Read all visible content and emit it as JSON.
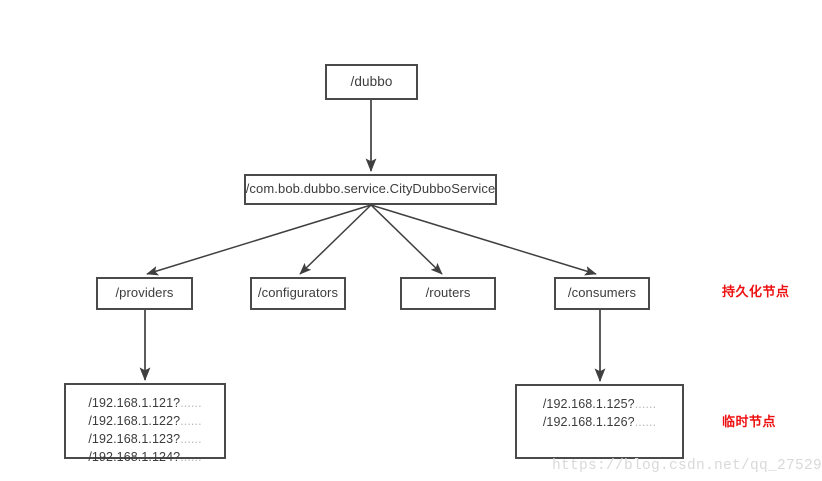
{
  "diagram": {
    "root": {
      "label": "/dubbo"
    },
    "service": {
      "label": "/com.bob.dubbo.service.CityDubboService"
    },
    "children": [
      {
        "label": "/providers"
      },
      {
        "label": "/configurators"
      },
      {
        "label": "/routers"
      },
      {
        "label": "/consumers"
      }
    ],
    "providers_list": {
      "entries": [
        {
          "address": "/192.168.1.121?",
          "suffix": "......"
        },
        {
          "address": "/192.168.1.122?",
          "suffix": "......"
        },
        {
          "address": "/192.168.1.123?",
          "suffix": "......"
        },
        {
          "address": "/192.168.1.124?",
          "suffix": "......"
        }
      ]
    },
    "consumers_list": {
      "entries": [
        {
          "address": "/192.168.1.125?",
          "suffix": "......"
        },
        {
          "address": "/192.168.1.126?",
          "suffix": "......"
        }
      ]
    },
    "annotations": [
      {
        "text": "持久化节点"
      },
      {
        "text": "临时节点"
      }
    ],
    "colors": {
      "box_border": "#4a4a4a",
      "text": "#3c3c3c",
      "edge": "#3f3f3f",
      "annotation": "#ee1111",
      "watermark": "#d9d9d9",
      "background": "#ffffff"
    }
  },
  "watermark": {
    "text": "https://blog.csdn.net/qq_27529"
  }
}
